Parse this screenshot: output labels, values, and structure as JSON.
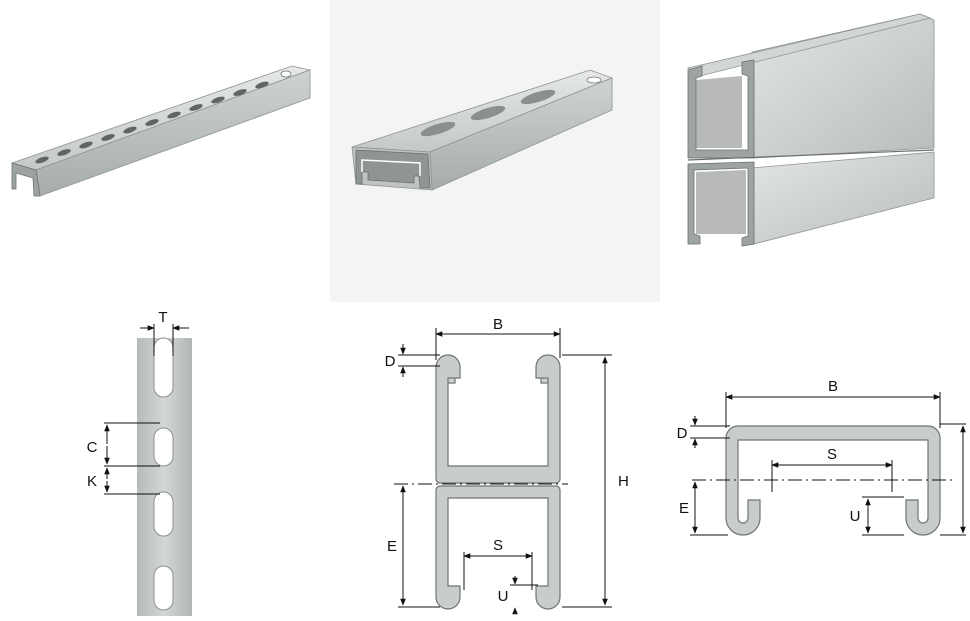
{
  "photos": [
    {
      "name": "slotted-channel-photo"
    },
    {
      "name": "channel-photo"
    },
    {
      "name": "double-channel-photo"
    }
  ],
  "slot_view": {
    "labels": {
      "t": "T",
      "c": "C",
      "k": "K"
    }
  },
  "double_section": {
    "labels": {
      "b": "B",
      "d": "D",
      "h": "H",
      "e": "E",
      "s": "S",
      "u": "U"
    }
  },
  "single_section": {
    "labels": {
      "b": "B",
      "d": "D",
      "s": "S",
      "e": "E",
      "u": "U"
    }
  },
  "colors": {
    "steel_light": "#d9dcdc",
    "steel_mid": "#b9bdbd",
    "steel_dark": "#8e9393",
    "line": "#111111"
  }
}
